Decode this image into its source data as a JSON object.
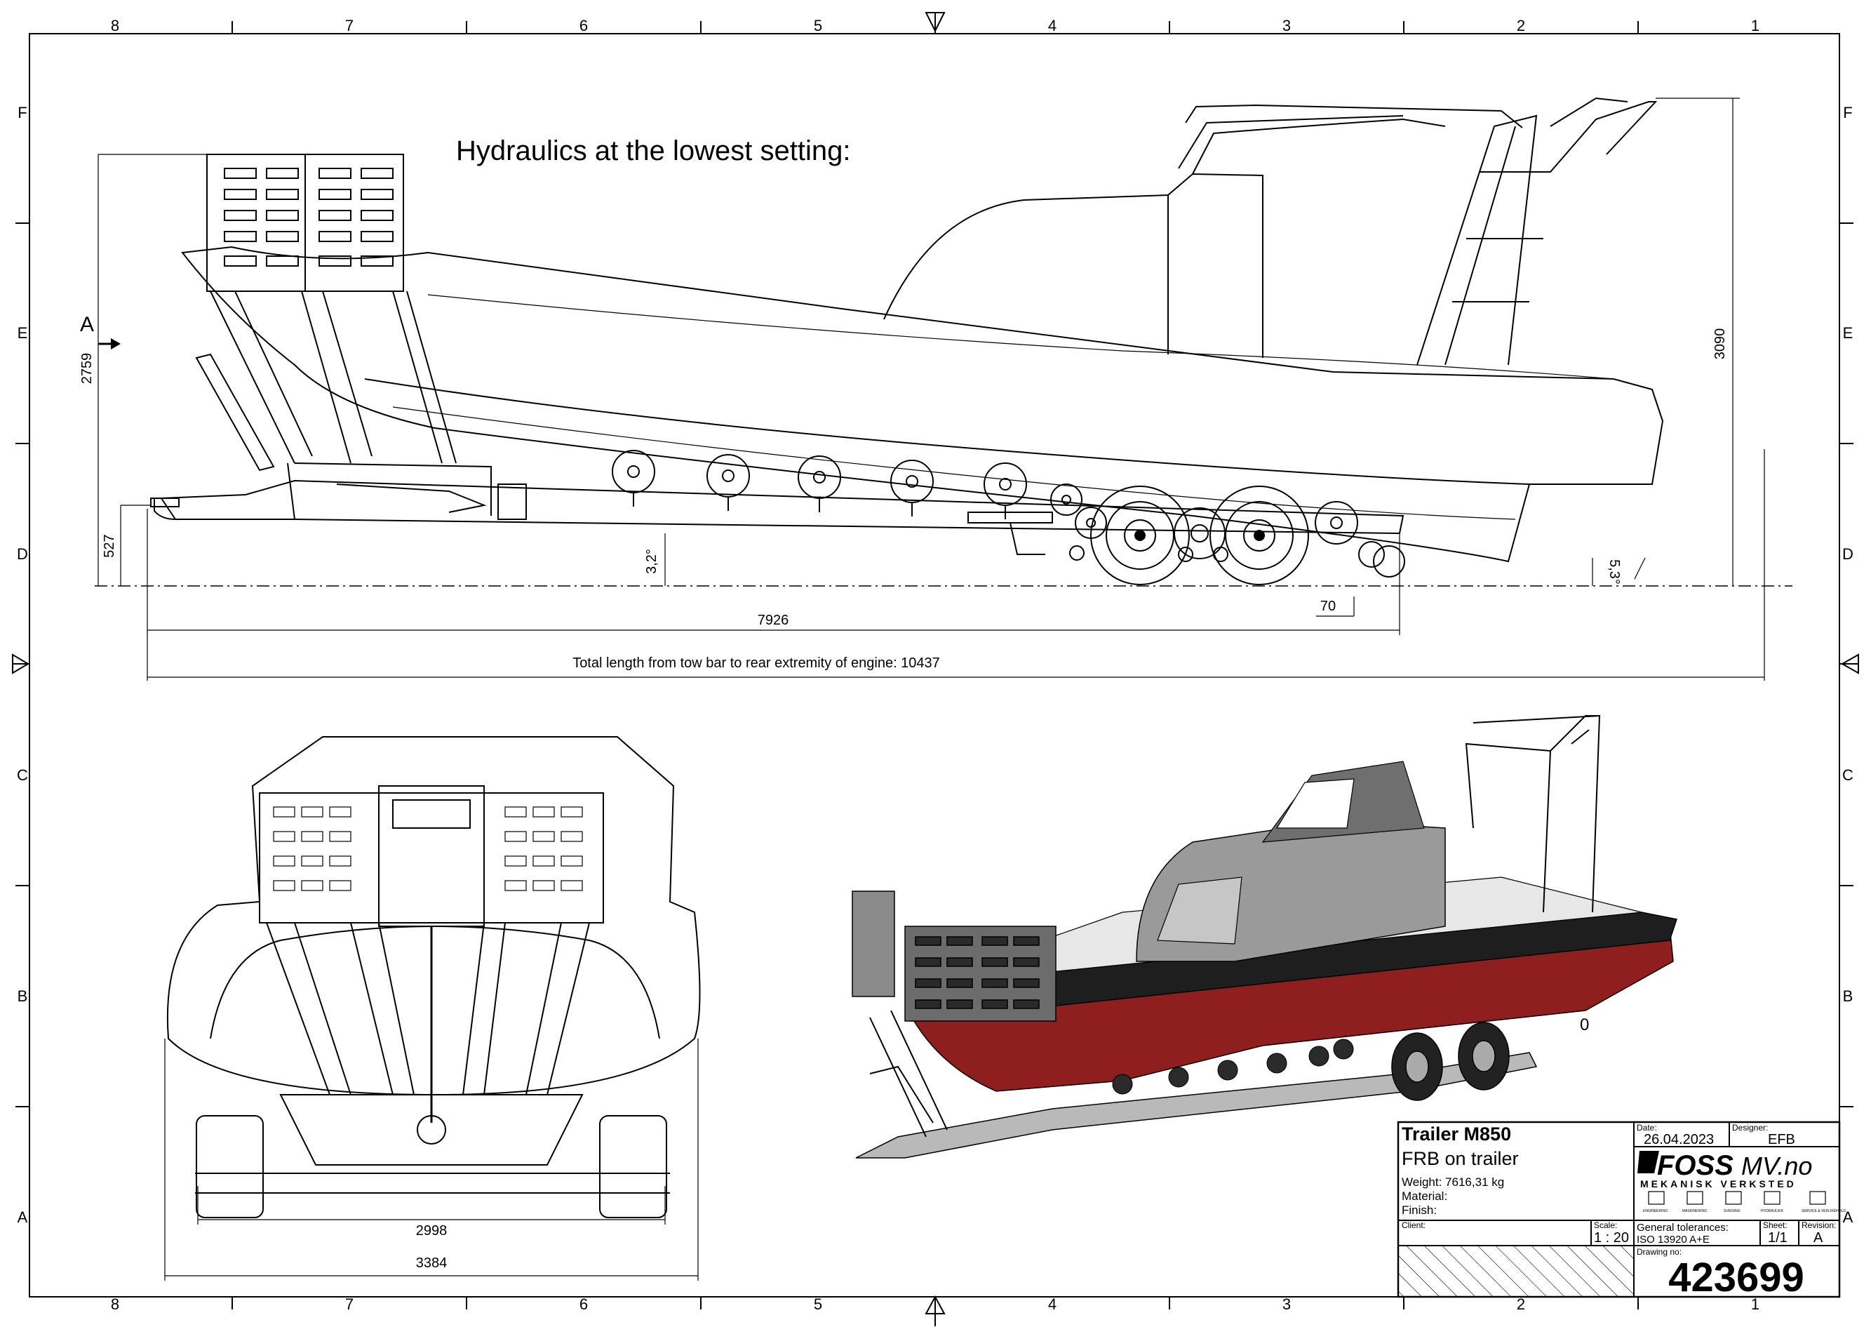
{
  "frame": {
    "col_labels": [
      "8",
      "7",
      "6",
      "5",
      "4",
      "3",
      "2",
      "1"
    ],
    "row_labels": [
      "F",
      "E",
      "D",
      "C",
      "B",
      "A"
    ]
  },
  "side_view": {
    "note": "Hydraulics at the lowest setting:",
    "view_marker": "A",
    "dims": {
      "height_front": "2759",
      "height_total": "3090",
      "height_drawbar": "527",
      "angle_trailer": "3,2°",
      "angle_hull": "5,3°",
      "trailer_length": "7926",
      "rear_offset": "70",
      "total_length": "Total length from tow bar to rear extremity of engine: 10437"
    }
  },
  "rear_view": {
    "dims": {
      "track": "2998",
      "overall_width": "3384"
    }
  },
  "iso_view": {
    "label": "0",
    "colors": {
      "hull_red": "#8f1f1f",
      "hull_black": "#1e1e1e",
      "cabin_grey": "#9a9a9a"
    }
  },
  "title_block": {
    "title": "Trailer M850",
    "subtitle": "FRB on trailer",
    "weight": "Weight: 7616,31 kg",
    "material": "Material:",
    "finish": "Finish:",
    "date_label": "Date:",
    "date": "26.04.2023",
    "designer_label": "Designer:",
    "designer": "EFB",
    "logo_main": "FOSS",
    "logo_suffix": "MV.no",
    "logo_sub": "MEKANISK VERKSTED",
    "logo_services": [
      "ENGINEERING",
      "MASKINERING",
      "SVEISING",
      "HYDRAULIKK",
      "SERVICE & VEDLIKEHOLD"
    ],
    "client_label": "Client:",
    "scale_label": "Scale:",
    "scale": "1 : 20",
    "tolerances_label": "General tolerances:",
    "tolerances": "ISO 13920 A+E",
    "sheet_label": "Sheet:",
    "sheet": "1/1",
    "revision_label": "Revision:",
    "revision": "A",
    "drawing_no_label": "Drawing no:",
    "drawing_no": "423699"
  }
}
